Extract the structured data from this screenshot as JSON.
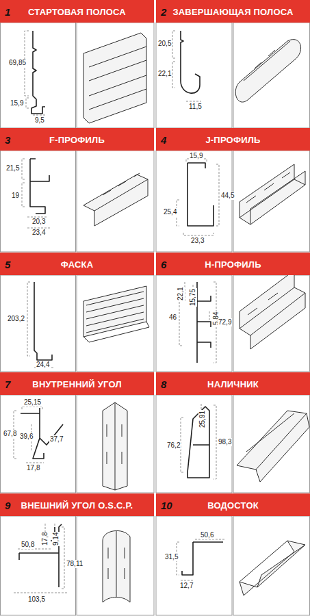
{
  "diagram": {
    "nodes": [
      {
        "text": [
          "1",
          "СТАРТОВАЯ ПОЛОСА"
        ]
      },
      {
        "text": [
          "2",
          "ЗАВЕРШАЮЩАЯ ПОЛОСА"
        ]
      },
      {
        "text": [
          "3",
          "F-ПРОФИЛЬ"
        ]
      },
      {
        "text": [
          "4",
          "J-ПРОФИЛЬ"
        ]
      },
      {
        "text": [
          "5",
          "ФАСКА"
        ]
      },
      {
        "text": [
          "6",
          "H-ПРОФИЛЬ"
        ]
      },
      {
        "text": [
          "7",
          "ВНУТРЕННИЙ УГОЛ"
        ]
      },
      {
        "text": [
          "8",
          "НАЛИЧНИК"
        ]
      },
      {
        "text": [
          "9",
          "ВНЕШНИЙ УГОЛ O.S.C.P."
        ]
      },
      {
        "text": [
          "10",
          "ВОДОСТОК"
        ]
      }
    ],
    "labels": [
      "69,85",
      "15,9",
      "9,5",
      "20,5",
      "22,1",
      "11,5",
      "21,5",
      "19",
      "20,3",
      "23,4",
      "15,9",
      "25,4",
      "44,5",
      "23,3",
      "203,2",
      "24,4",
      "22,1",
      "15,75",
      "5,84",
      "46",
      "72,9",
      "25,15",
      "67,8",
      "39,6",
      "37,7",
      "17,8",
      "25,91",
      "76,2",
      "98,3",
      "17,8",
      "9,14",
      "50,8",
      "78,11",
      "103,5",
      "50,6",
      "31,5",
      "12,7"
    ]
  }
}
